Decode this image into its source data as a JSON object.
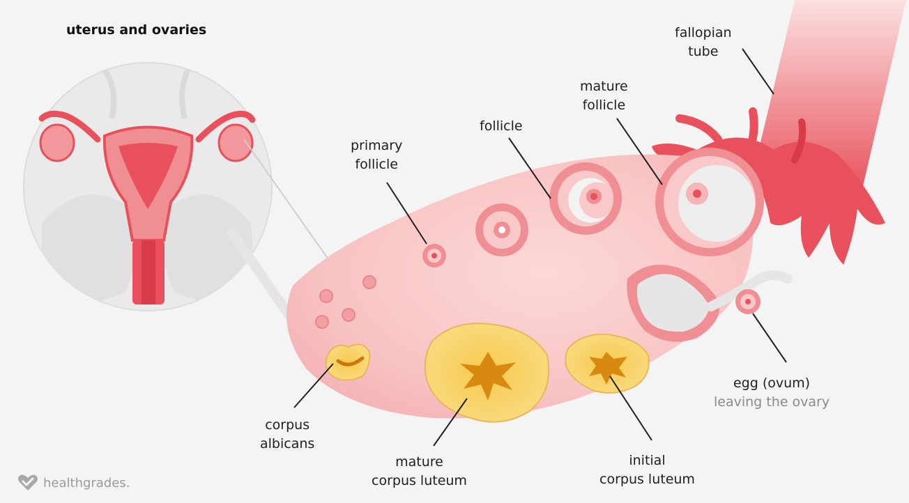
{
  "title": "uterus and ovaries",
  "labels": {
    "fallopian_tube": [
      "fallopian",
      "tube"
    ],
    "mature_follicle": [
      "mature",
      "follicle"
    ],
    "follicle": [
      "follicle"
    ],
    "primary_follicle": [
      "primary",
      "follicle"
    ],
    "egg": [
      "egg (ovum)",
      "leaving the ovary"
    ],
    "corpus_albicans": [
      "corpus",
      "albicans"
    ],
    "mature_corpus_luteum": [
      "mature",
      "corpus luteum"
    ],
    "initial_corpus_luteum": [
      "initial",
      "corpus luteum"
    ]
  },
  "brand": "healthgrades.",
  "colors": {
    "background": "#f4f4f4",
    "ovary": "#f9c6c6",
    "tissue_red": "#e8505b",
    "follicle_ring": "#f08f93",
    "corpus_yellow": "#f7d36b",
    "corpus_core": "#d88a10"
  },
  "icons": [
    "heart-logo-icon"
  ]
}
